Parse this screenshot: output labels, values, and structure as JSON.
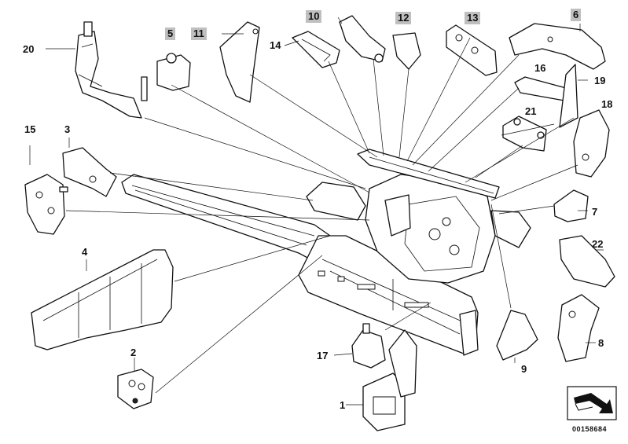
{
  "labels": {
    "l1": "1",
    "l2": "2",
    "l3": "3",
    "l4": "4",
    "l5": "5",
    "l6": "6",
    "l7": "7",
    "l8": "8",
    "l9": "9",
    "l10": "10",
    "l11": "11",
    "l12": "12",
    "l13": "13",
    "l14": "14",
    "l15": "15",
    "l16": "16",
    "l17": "17",
    "l18": "18",
    "l19": "19",
    "l20": "20",
    "l21": "21",
    "l22": "22"
  },
  "highlighted_labels": [
    "5",
    "6",
    "10",
    "11",
    "12",
    "13"
  ],
  "reference_number": "00158684",
  "icons": [
    "catalogue-arrow-icon"
  ]
}
